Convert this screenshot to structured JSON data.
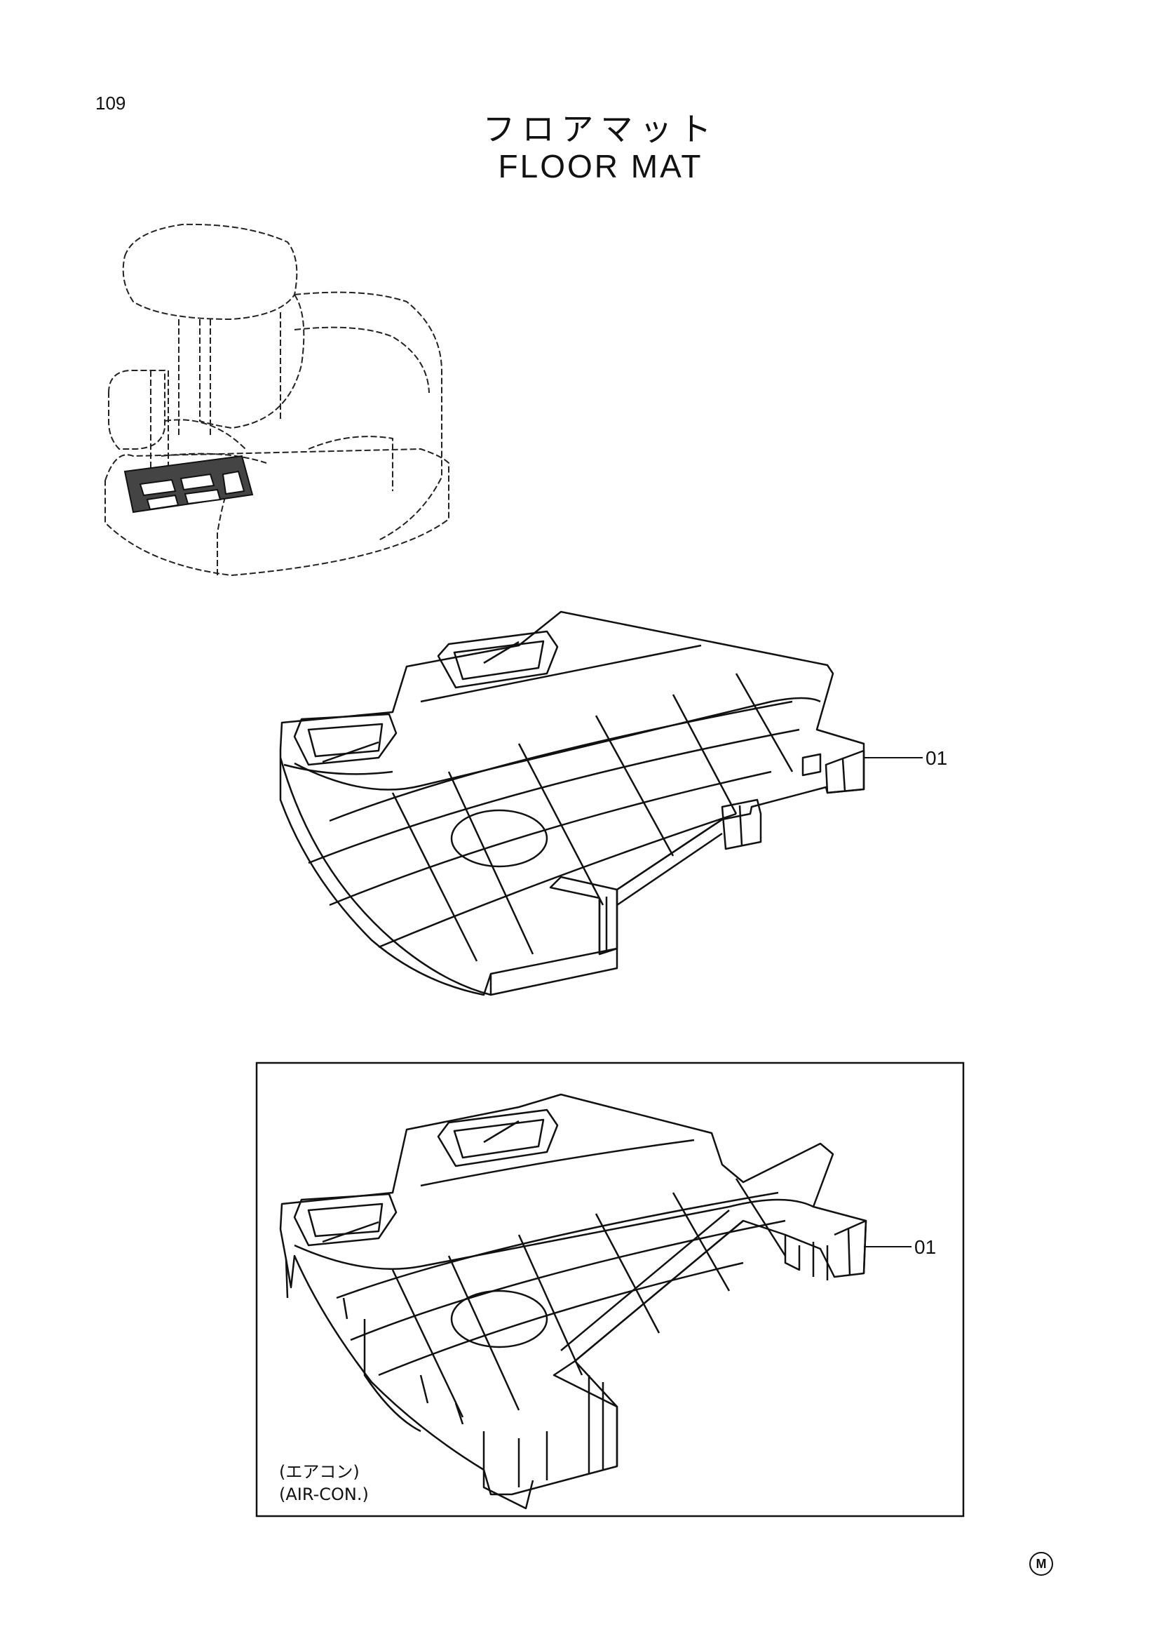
{
  "page": {
    "number": "109",
    "title_jp": "フロアマット",
    "title_en": "FLOOR MAT",
    "mark": "M"
  },
  "parts": {
    "standard": {
      "callout": "01"
    },
    "aircon": {
      "callout": "01",
      "label_jp": "(エアコン)",
      "label_en": "(AIR-CON.)"
    }
  }
}
